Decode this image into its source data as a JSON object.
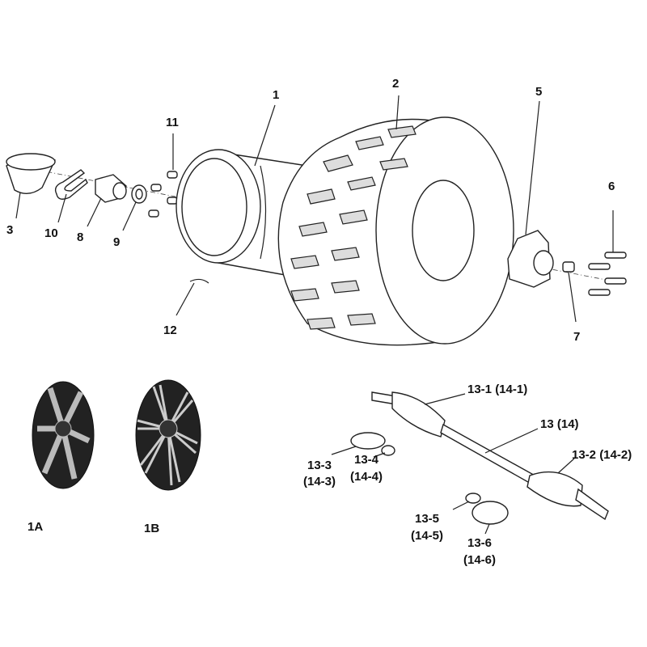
{
  "diagram": {
    "title": "Rear wheel and drive shaft exploded view",
    "callouts": {
      "p1": "1",
      "p2": "2",
      "p3": "3",
      "p5": "5",
      "p6": "6",
      "p7": "7",
      "p8": "8",
      "p9": "9",
      "p10": "10",
      "p11": "11",
      "p12": "12",
      "p1a": "1A",
      "p1b": "1B",
      "p13_1": "13-1 (14-1)",
      "p13": "13 (14)",
      "p13_2": "13-2 (14-2)",
      "p13_3a": "13-3",
      "p13_3b": "(14-3)",
      "p13_4a": "13-4",
      "p13_4b": "(14-4)",
      "p13_5a": "13-5",
      "p13_5b": "(14-5)",
      "p13_6a": "13-6",
      "p13_6b": "(14-6)"
    }
  }
}
